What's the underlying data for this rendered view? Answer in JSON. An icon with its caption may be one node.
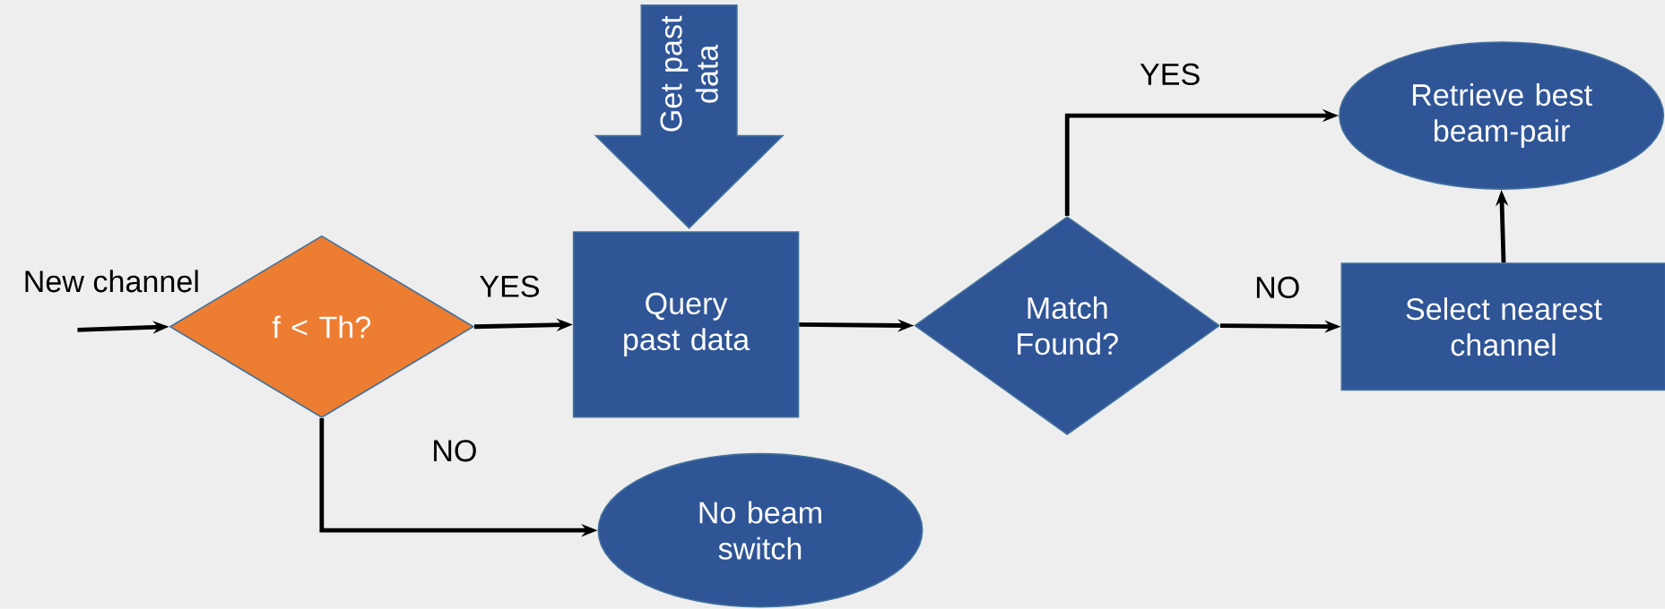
{
  "diagram": {
    "nodes": [
      {
        "text": [
          "f < Th?"
        ]
      },
      {
        "text": [
          "Get past data"
        ]
      },
      {
        "text": [
          "Query past data"
        ]
      },
      {
        "text": [
          "Match Found?"
        ]
      },
      {
        "text": [
          "Retrieve best beam-pair"
        ]
      },
      {
        "text": [
          "Select nearest channel"
        ]
      },
      {
        "text": [
          "No beam switch"
        ]
      }
    ],
    "edges": [
      {
        "from": null,
        "to": 0,
        "arrow": "to",
        "label": "New channel"
      },
      {
        "from": 0,
        "to": 2,
        "arrow": "to",
        "label": "YES"
      },
      {
        "from": 0,
        "to": 6,
        "arrow": "to",
        "label": "NO"
      },
      {
        "from": 2,
        "to": 3,
        "arrow": "to"
      },
      {
        "from": 3,
        "to": 4,
        "arrow": "to",
        "label": "YES"
      },
      {
        "from": 3,
        "to": 5,
        "arrow": "to",
        "label": "NO"
      },
      {
        "from": 5,
        "to": 4,
        "arrow": "to"
      }
    ]
  }
}
